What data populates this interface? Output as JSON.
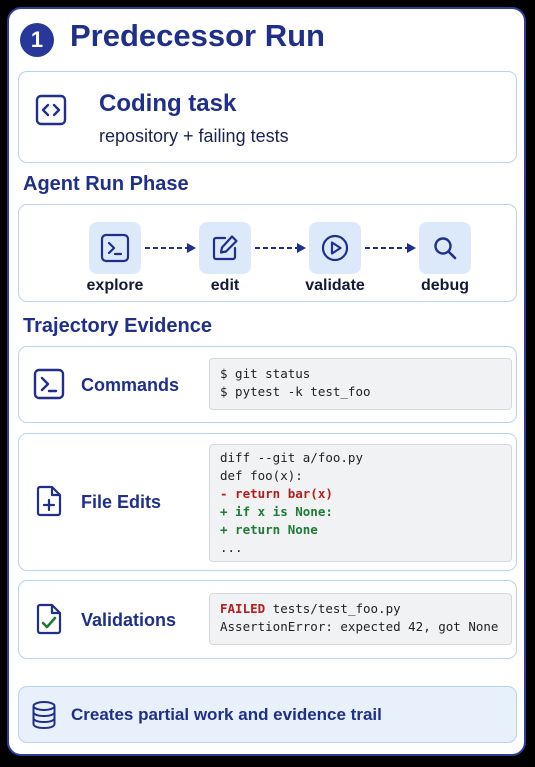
{
  "header": {
    "step_number": "1",
    "title": "Predecessor Run"
  },
  "task": {
    "title": "Coding task",
    "subtitle": "repository + failing tests",
    "icon": "code-icon"
  },
  "agent_run": {
    "title": "Agent Run Phase",
    "steps": [
      {
        "label": "explore",
        "icon": "terminal-icon"
      },
      {
        "label": "edit",
        "icon": "pencil-edit-icon"
      },
      {
        "label": "validate",
        "icon": "play-icon"
      },
      {
        "label": "debug",
        "icon": "search-icon"
      }
    ]
  },
  "evidence": {
    "title": "Trajectory Evidence",
    "commands": {
      "label": "Commands",
      "icon": "terminal-icon",
      "lines": [
        "$ git status",
        "$ pytest -k test_foo"
      ]
    },
    "file_edits": {
      "label": "File Edits",
      "icon": "file-plus-icon",
      "lines": [
        "diff --git a/foo.py",
        "def foo(x):",
        "- return bar(x)",
        "+ if x is None:",
        "+ return None",
        "..."
      ]
    },
    "validations": {
      "label": "Validations",
      "icon": "file-check-icon",
      "status": "FAILED",
      "line1_rest": " tests/test_foo.py",
      "line2": "AssertionError: expected 42, got None"
    }
  },
  "footer": {
    "text": "Creates partial work and evidence trail",
    "icon": "database-icon"
  },
  "colors": {
    "accent": "#1f2f8a",
    "card_border": "#b8d3f0",
    "icon_bg": "#dce9fb",
    "removed": "#b31d1d",
    "added": "#1f7a36"
  }
}
